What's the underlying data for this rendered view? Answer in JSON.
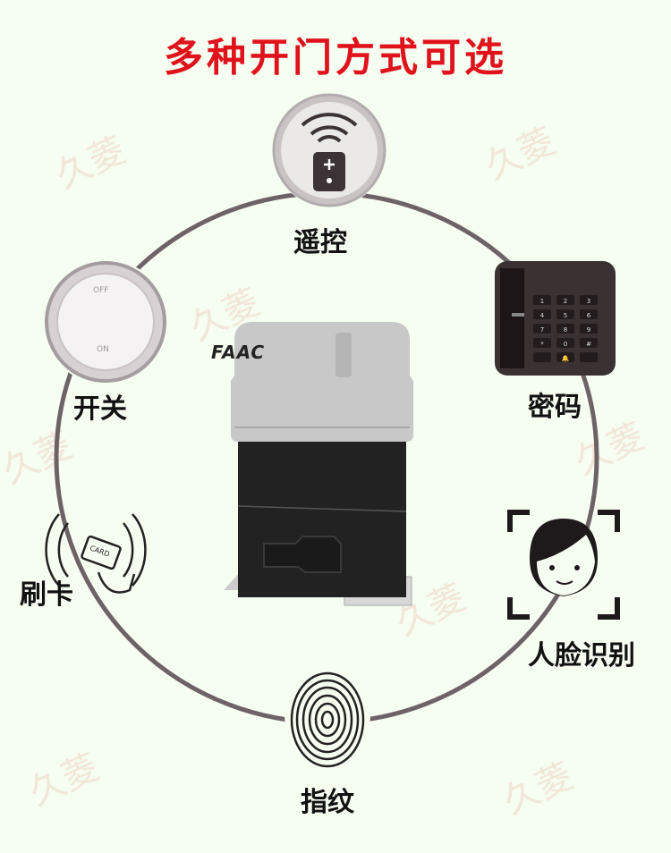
{
  "title": "多种开门方式可选",
  "watermark": "久菱",
  "product": {
    "brand": "FAAC"
  },
  "methods": [
    {
      "id": "remote",
      "label": "遥控",
      "icon": "remote-control-icon"
    },
    {
      "id": "password",
      "label": "密码",
      "icon": "keypad-icon"
    },
    {
      "id": "face",
      "label": "人脸识别",
      "icon": "face-recognition-icon"
    },
    {
      "id": "fingerprint",
      "label": "指纹",
      "icon": "fingerprint-icon"
    },
    {
      "id": "card",
      "label": "刷卡",
      "icon": "card-swipe-icon"
    },
    {
      "id": "switch",
      "label": "开关",
      "icon": "switch-icon"
    }
  ],
  "switch_text": {
    "off": "OFF",
    "on": "ON"
  },
  "card_text": "CARD",
  "keypad_keys": [
    "1",
    "2",
    "3",
    "4",
    "5",
    "6",
    "7",
    "8",
    "9",
    "*",
    "0",
    "#",
    "",
    "🔔",
    ""
  ],
  "colors": {
    "title": "#e0121b",
    "ring": "#6f6266",
    "background": "#f6fdf1"
  }
}
